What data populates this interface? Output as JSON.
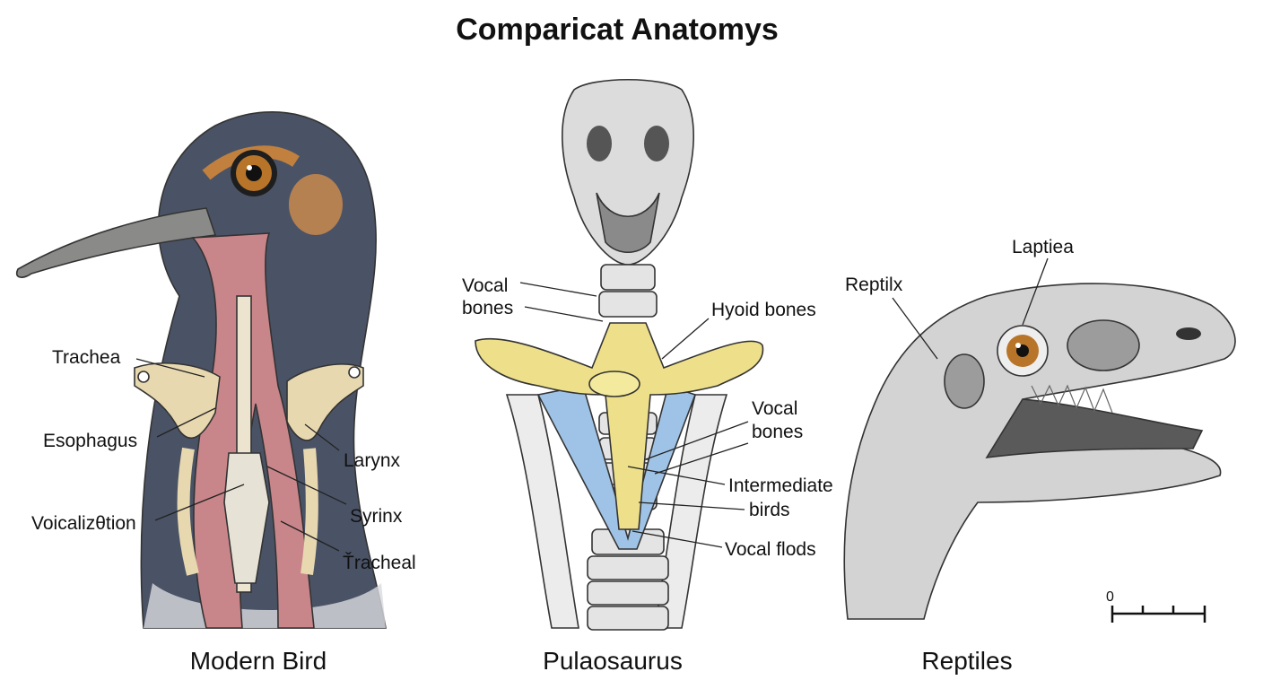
{
  "title": "Comparicat Anatomys",
  "panels": {
    "bird": {
      "caption": "Modern Bird",
      "labels": {
        "trachea": "Trachea",
        "esophagus": "Esophagus",
        "voicalization": "Voicalizθtion",
        "larynx": "Larynx",
        "syrinx": "Syrinx",
        "tracheal": "Ťracheal"
      }
    },
    "pulaosaurus": {
      "caption": "Pulaosaurus",
      "labels": {
        "vocal_bones_1a": "Vocal",
        "vocal_bones_1b": "bones",
        "hyoid": "Hyoid bones",
        "vocal_bones_2a": "Vocal",
        "vocal_bones_2b": "bones",
        "intermediate_a": "Intermediate",
        "intermediate_b": "birds",
        "vocal_flods": "Vocal flods"
      }
    },
    "reptiles": {
      "caption": "Reptiles",
      "labels": {
        "laptiea": "Laptiea",
        "reptilx": "Reptilx"
      },
      "scale_bar": {
        "zero_label": "0"
      }
    }
  },
  "colors": {
    "feather": "#4a5366",
    "muscle": "#c9868a",
    "bone": "#e8d8b0",
    "hyoid": "#eee08a",
    "blue": "#9fc3e6",
    "skin": "#c9c9c9",
    "eye": "#b8752a"
  }
}
